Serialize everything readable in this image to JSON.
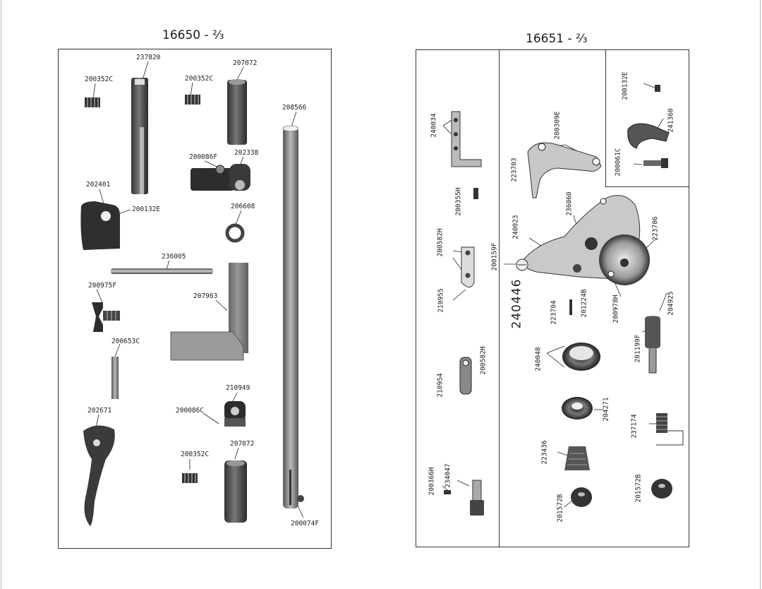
{
  "left_plate": {
    "title": "16650 - ⅔",
    "labels": {
      "l237820": "237820",
      "l207072a": "207072",
      "l200352c_a": "200352C",
      "l200352c_b": "200352C",
      "l208566": "208566",
      "l200086f": "200086F",
      "l202338": "202338",
      "l202401": "202401",
      "l200132e": "200132E",
      "l206608": "206608",
      "l236005": "236005",
      "l200975f": "200975F",
      "l207963": "207963",
      "l200653c": "200653C",
      "l210949": "210949",
      "l202671": "202671",
      "l200086c": "200086C",
      "l207072b": "207072",
      "l200352c_c": "200352C",
      "l200074f": "200074F"
    }
  },
  "right_plate": {
    "title": "16651 - ⅔",
    "assembly_number": "240446",
    "labels": {
      "l240034": "240034",
      "l223703": "223703",
      "l200309e": "200309E",
      "l200132e": "200132E",
      "l241360": "241360",
      "l200061c": "200061C",
      "l200355h": "200355H",
      "l240023": "240023",
      "l236060": "236060",
      "l223706": "223706",
      "l200582h_a": "200582H",
      "l200159f": "200159F",
      "l210955": "210955",
      "l223704": "223704",
      "l201224b": "201224B",
      "l200978h": "200978H",
      "l204925": "204925",
      "l240048": "240048",
      "l201199f": "201199F",
      "l210954": "210954",
      "l200582h_b": "200582H",
      "l204271": "204271",
      "l237174": "237174",
      "l223436": "223436",
      "l200366h": "200366H",
      "l234047": "234047",
      "l201572b_a": "201572B",
      "l201572b_b": "201572B"
    }
  },
  "colors": {
    "ink": "#1a1a1a",
    "frame": "#333333",
    "part_dark": "#2b2b2b",
    "part_mid": "#6e6e6e",
    "part_light": "#b5b5b5"
  }
}
